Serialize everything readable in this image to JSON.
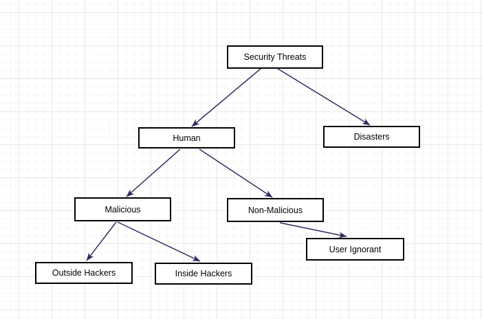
{
  "diagram": {
    "type": "tree",
    "nodes": [
      {
        "id": "security-threats",
        "label": "Security Threats"
      },
      {
        "id": "human",
        "label": "Human"
      },
      {
        "id": "disasters",
        "label": "Disasters"
      },
      {
        "id": "malicious",
        "label": "Malicious"
      },
      {
        "id": "non-malicious",
        "label": "Non-Malicious"
      },
      {
        "id": "user-ignorant",
        "label": "User Ignorant"
      },
      {
        "id": "outside-hackers",
        "label": "Outside Hackers"
      },
      {
        "id": "inside-hackers",
        "label": "Inside Hackers"
      }
    ],
    "edges": [
      {
        "from": "Security Threats",
        "to": "Human"
      },
      {
        "from": "Security Threats",
        "to": "Disasters"
      },
      {
        "from": "Human",
        "to": "Malicious"
      },
      {
        "from": "Human",
        "to": "Non-Malicious"
      },
      {
        "from": "Malicious",
        "to": "Outside Hackers"
      },
      {
        "from": "Malicious",
        "to": "Inside Hackers"
      },
      {
        "from": "Non-Malicious",
        "to": "User Ignorant"
      }
    ],
    "colors": {
      "canvas": "#ffffff",
      "grid_minor": "#f6f6f6",
      "grid_major": "#e8e8e8",
      "node_fill": "#ffffff",
      "node_border": "#000000",
      "node_text": "#000000",
      "arrow": "#2d2d5e"
    }
  }
}
